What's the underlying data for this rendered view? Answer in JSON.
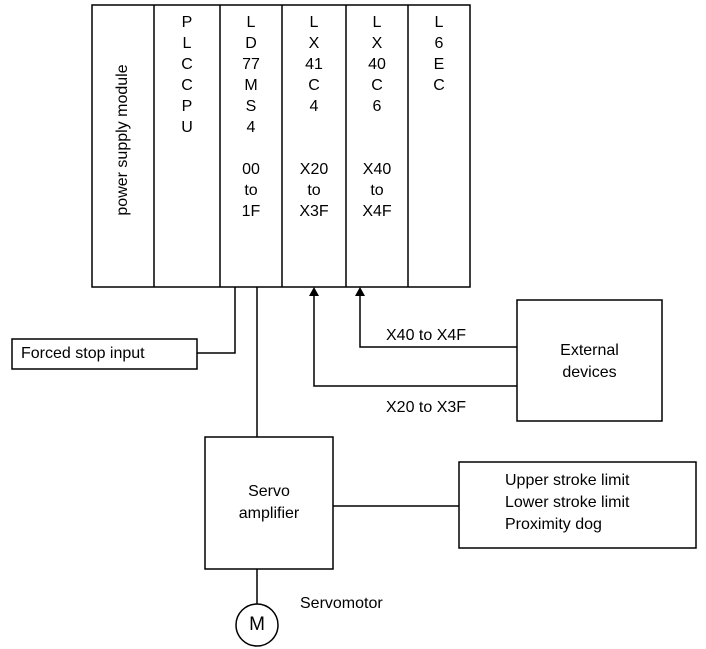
{
  "modules": [
    {
      "id": "power",
      "label": "power supply module"
    },
    {
      "id": "cpu",
      "lines": [
        "P",
        "L",
        "C",
        "C",
        "P",
        "U"
      ]
    },
    {
      "id": "ld77",
      "lines": [
        "L",
        "D",
        "77",
        "M",
        "S",
        "4",
        "",
        "00",
        "to",
        "1F"
      ]
    },
    {
      "id": "lx41",
      "lines": [
        "L",
        "X",
        "41",
        "C",
        "4",
        "",
        "",
        "X20",
        "to",
        "X3F"
      ]
    },
    {
      "id": "lx40",
      "lines": [
        "L",
        "X",
        "40",
        "C",
        "6",
        "",
        "",
        "X40",
        "to",
        "X4F"
      ]
    },
    {
      "id": "l6ec",
      "lines": [
        "L",
        "6",
        "E",
        "C"
      ]
    }
  ],
  "forced_stop": {
    "label": "Forced stop input"
  },
  "external_devices": {
    "line1": "External",
    "line2": "devices"
  },
  "signals": {
    "x40": "X40 to X4F",
    "x20": "X20 to X3F"
  },
  "servo_amp": {
    "line1": "Servo",
    "line2": "amplifier"
  },
  "limits": {
    "line1": "Upper stroke limit",
    "line2": "Lower stroke limit",
    "line3": "Proximity dog"
  },
  "motor": {
    "symbol": "M",
    "label": "Servomotor"
  }
}
